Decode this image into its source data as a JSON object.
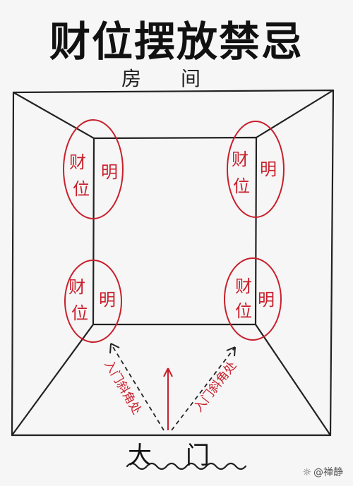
{
  "title": "财位摆放禁忌",
  "room_label": "房间",
  "door_label": "大门",
  "zones": [
    {
      "cai": "财",
      "wei": "位",
      "ming": "明"
    },
    {
      "cai": "财",
      "wei": "位",
      "ming": "明"
    },
    {
      "cai": "财",
      "wei": "位",
      "ming": "明"
    },
    {
      "cai": "财",
      "wei": "位",
      "ming": "明"
    }
  ],
  "left_arrow_text": "入门斜角处",
  "right_arrow_text": "入门斜角处",
  "watermark": "@禅静",
  "colors": {
    "ink": "#222222",
    "red": "#c8202c",
    "paper": "#f6f6f6"
  }
}
